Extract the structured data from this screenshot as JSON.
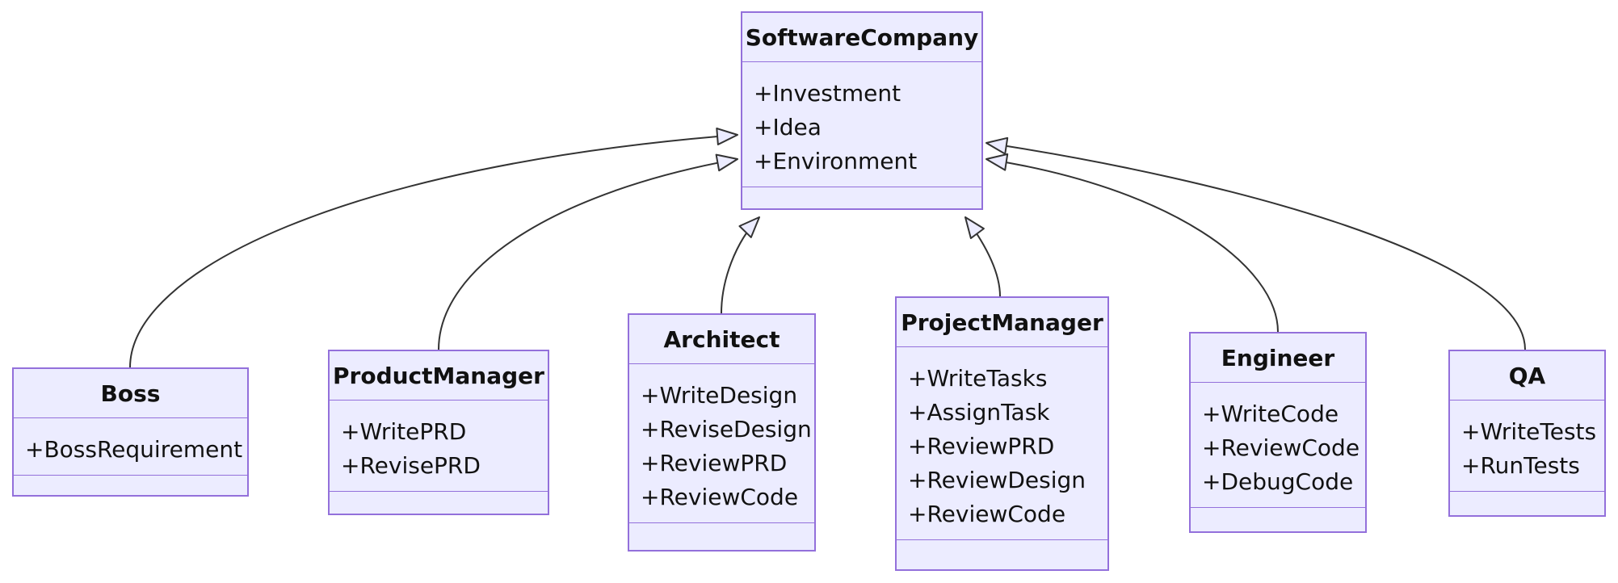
{
  "diagram": {
    "kind": "uml-class-diagram",
    "classes": [
      {
        "name": "SoftwareCompany",
        "attributes": [
          "+Investment",
          "+Idea",
          "+Environment"
        ],
        "methods": []
      },
      {
        "name": "Boss",
        "attributes": [
          "+BossRequirement"
        ],
        "methods": []
      },
      {
        "name": "ProductManager",
        "attributes": [
          "+WritePRD",
          "+RevisePRD"
        ],
        "methods": []
      },
      {
        "name": "Architect",
        "attributes": [
          "+WriteDesign",
          "+ReviseDesign",
          "+ReviewPRD",
          "+ReviewCode"
        ],
        "methods": []
      },
      {
        "name": "ProjectManager",
        "attributes": [
          "+WriteTasks",
          "+AssignTask",
          "+ReviewPRD",
          "+ReviewDesign",
          "+ReviewCode"
        ],
        "methods": []
      },
      {
        "name": "Engineer",
        "attributes": [
          "+WriteCode",
          "+ReviewCode",
          "+DebugCode"
        ],
        "methods": []
      },
      {
        "name": "QA",
        "attributes": [
          "+WriteTests",
          "+RunTests"
        ],
        "methods": []
      }
    ],
    "relations": [
      {
        "from": "Boss",
        "to": "SoftwareCompany",
        "type": "inheritance"
      },
      {
        "from": "ProductManager",
        "to": "SoftwareCompany",
        "type": "inheritance"
      },
      {
        "from": "Architect",
        "to": "SoftwareCompany",
        "type": "inheritance"
      },
      {
        "from": "ProjectManager",
        "to": "SoftwareCompany",
        "type": "inheritance"
      },
      {
        "from": "Engineer",
        "to": "SoftwareCompany",
        "type": "inheritance"
      },
      {
        "from": "QA",
        "to": "SoftwareCompany",
        "type": "inheritance"
      }
    ],
    "colors": {
      "node_fill": "#ECECFF",
      "node_border": "#9370DB",
      "edge_stroke": "#333333",
      "text": "#111111",
      "background": "#FFFFFF"
    }
  }
}
